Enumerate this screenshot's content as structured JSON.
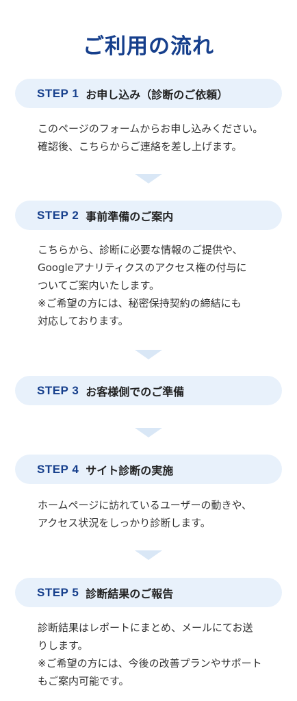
{
  "page": {
    "title": "ご利用の流れ"
  },
  "steps": [
    {
      "num": "STEP 1",
      "title": "お申し込み（診断のご依頼）",
      "lines": [
        "このページのフォームからお申し込みください。",
        "確認後、こちらからご連絡を差し上げます。"
      ]
    },
    {
      "num": "STEP 2",
      "title": "事前準備のご案内",
      "lines": [
        "こちらから、診断に必要な情報のご提供や、",
        "Googleアナリティクスのアクセス権の付与に",
        "ついてご案内いたします。",
        "※ご希望の方には、秘密保持契約の締結にも",
        "対応しております。"
      ]
    },
    {
      "num": "STEP 3",
      "title": "お客様側でのご準備",
      "lines": []
    },
    {
      "num": "STEP 4",
      "title": "サイト診断の実施",
      "lines": [
        "ホームページに訪れているユーザーの動きや、",
        "アクセス状況をしっかり診断します。"
      ]
    },
    {
      "num": "STEP 5",
      "title": "診断結果のご報告",
      "lines": [
        "診断結果はレポートにまとめ、メールにてお送",
        "りします。",
        "※ご希望の方には、今後の改善プランやサポート",
        "もご案内可能です。"
      ]
    }
  ]
}
